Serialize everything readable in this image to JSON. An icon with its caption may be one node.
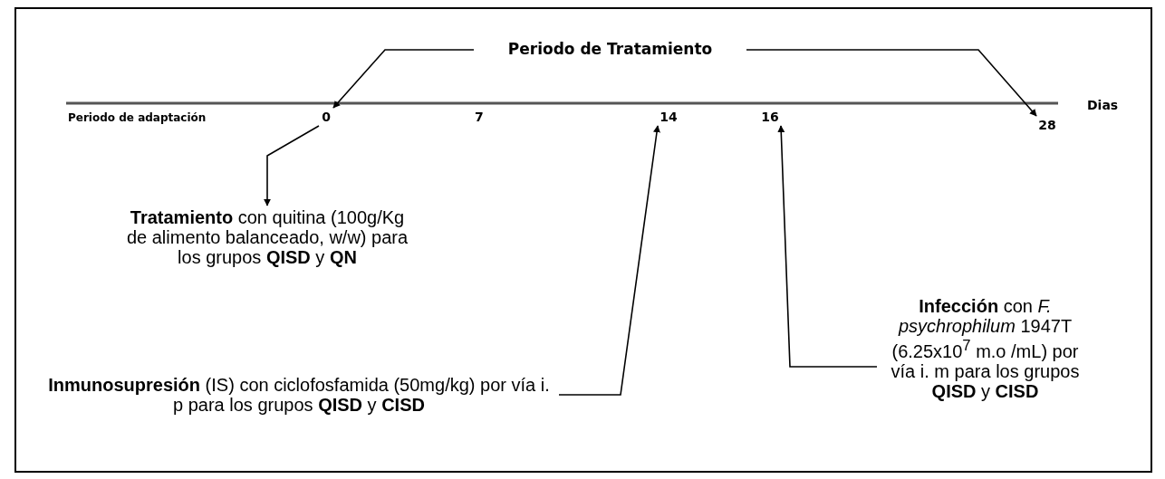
{
  "diagram": {
    "nodes": [
      {
        "text": [
          "Periodo de Tratamiento"
        ]
      },
      {
        "text": [
          "0"
        ]
      },
      {
        "text": [
          "14"
        ]
      },
      {
        "text": [
          "16"
        ]
      },
      {
        "text": [
          "28"
        ]
      },
      {
        "text": [
          "**Tratamiento** con quitina (100g/Kg de alimento balanceado, w/w) para los grupos **QISD** y **QN**"
        ]
      },
      {
        "text": [
          "**Inmunosupresión** (IS) con ciclofosfamida (50mg/kg) por vía i. p para los grupos **QISD** y **CISD**"
        ]
      },
      {
        "text": [
          "**Infección** con *F. psychrophilum* 1947T (6.25x10$^{7}$ m.o /mL) por vía i. m para los grupos **QISD** y **CISD**"
        ]
      }
    ],
    "edges": [
      {
        "from": 0,
        "to": 1,
        "arrow": "to"
      },
      {
        "from": 0,
        "to": 4,
        "arrow": "to"
      },
      {
        "from": 1,
        "to": 5,
        "arrow": "to"
      },
      {
        "from": 6,
        "to": 2,
        "arrow": "to"
      },
      {
        "from": 7,
        "to": 3,
        "arrow": "to"
      }
    ],
    "labels": [
      "Periodo de adaptación",
      "7",
      "Dias"
    ]
  }
}
